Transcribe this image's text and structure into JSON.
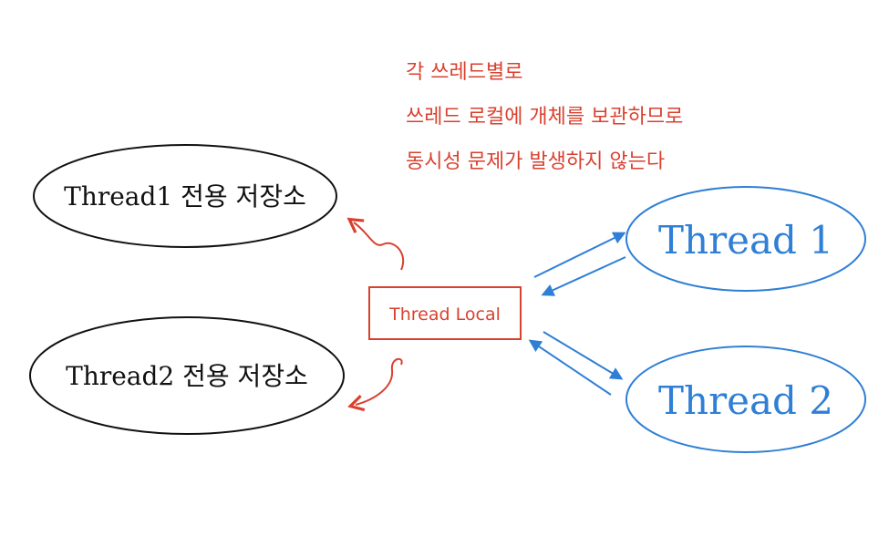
{
  "colors": {
    "black": "#111111",
    "red": "#d9412f",
    "blue": "#2f7fd6"
  },
  "note": {
    "lines": [
      "각 쓰레드별로",
      "쓰레드 로컬에 개체를 보관하므로",
      "동시성 문제가 발생하지 않는다"
    ]
  },
  "storage": {
    "thread1_label": "Thread1 전용 저장소",
    "thread2_label": "Thread2 전용 저장소"
  },
  "center": {
    "label": "Thread Local"
  },
  "threads": {
    "thread1_label": "Thread 1",
    "thread2_label": "Thread 2"
  }
}
